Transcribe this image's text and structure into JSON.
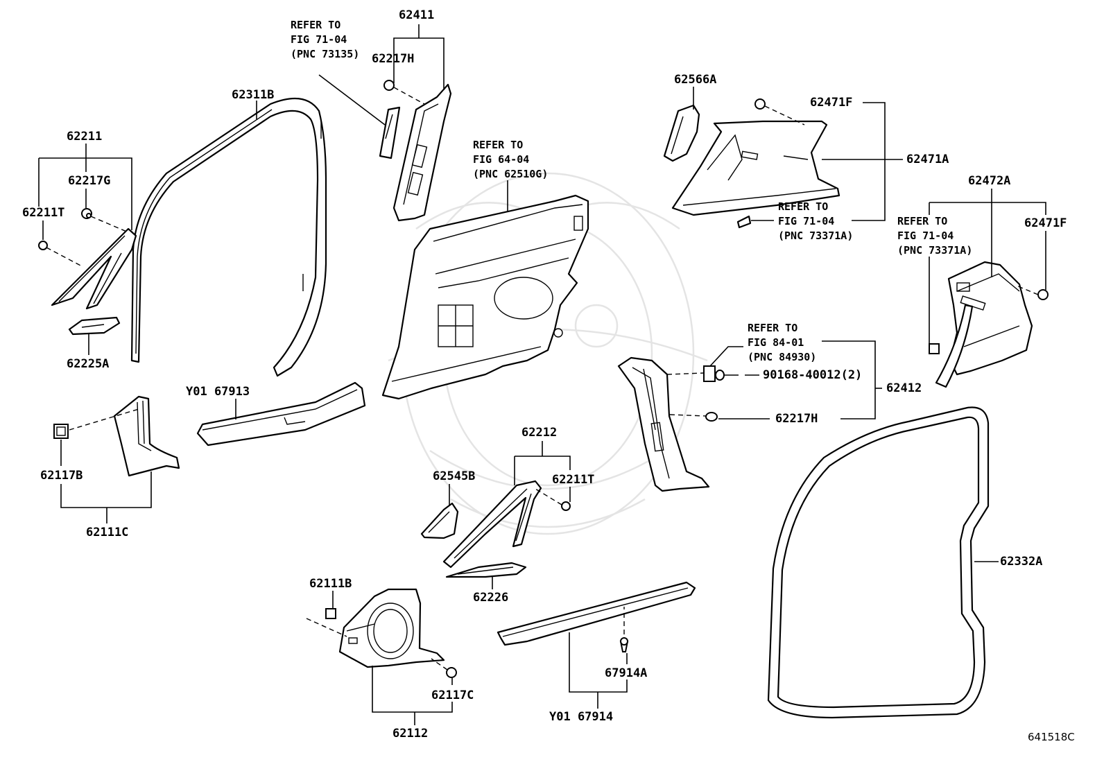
{
  "labels": [
    {
      "id": "62411",
      "text": "62411"
    },
    {
      "id": "62217H_top",
      "text": "62217H"
    },
    {
      "id": "62311B",
      "text": "62311B"
    },
    {
      "id": "62211",
      "text": "62211"
    },
    {
      "id": "62217G",
      "text": "62217G"
    },
    {
      "id": "62211T_left",
      "text": "62211T"
    },
    {
      "id": "62225A",
      "text": "62225A"
    },
    {
      "id": "Y0167913",
      "text": "Y01 67913"
    },
    {
      "id": "62117B",
      "text": "62117B"
    },
    {
      "id": "62111C",
      "text": "62111C"
    },
    {
      "id": "62566A",
      "text": "62566A"
    },
    {
      "id": "62471F_top",
      "text": "62471F"
    },
    {
      "id": "62471A",
      "text": "62471A"
    },
    {
      "id": "62472A",
      "text": "62472A"
    },
    {
      "id": "62471F_right",
      "text": "62471F"
    },
    {
      "id": "9016840012",
      "text": "90168-40012(2)"
    },
    {
      "id": "62412",
      "text": "62412"
    },
    {
      "id": "62217H_mid",
      "text": "62217H"
    },
    {
      "id": "62212",
      "text": "62212"
    },
    {
      "id": "62545B",
      "text": "62545B"
    },
    {
      "id": "62211T_mid",
      "text": "62211T"
    },
    {
      "id": "62226",
      "text": "62226"
    },
    {
      "id": "62332A",
      "text": "62332A"
    },
    {
      "id": "62111B",
      "text": "62111B"
    },
    {
      "id": "62117C",
      "text": "62117C"
    },
    {
      "id": "62112",
      "text": "62112"
    },
    {
      "id": "67914A",
      "text": "67914A"
    },
    {
      "id": "Y0167914",
      "text": "Y01 67914"
    }
  ],
  "refer_notes": [
    {
      "id": "ref_73135",
      "text": "REFER TO\nFIG 71-04\n(PNC 73135)"
    },
    {
      "id": "ref_62510G",
      "text": "REFER TO\nFIG 64-04\n(PNC 62510G)"
    },
    {
      "id": "ref_73371A_mid",
      "text": "REFER TO\nFIG 71-04\n(PNC 73371A)"
    },
    {
      "id": "ref_73371A_right",
      "text": "REFER TO\nFIG 71-04\n(PNC 73371A)"
    },
    {
      "id": "ref_84930",
      "text": "REFER TO\nFIG 84-01\n(PNC 84930)"
    }
  ],
  "figure_code": "641518C"
}
